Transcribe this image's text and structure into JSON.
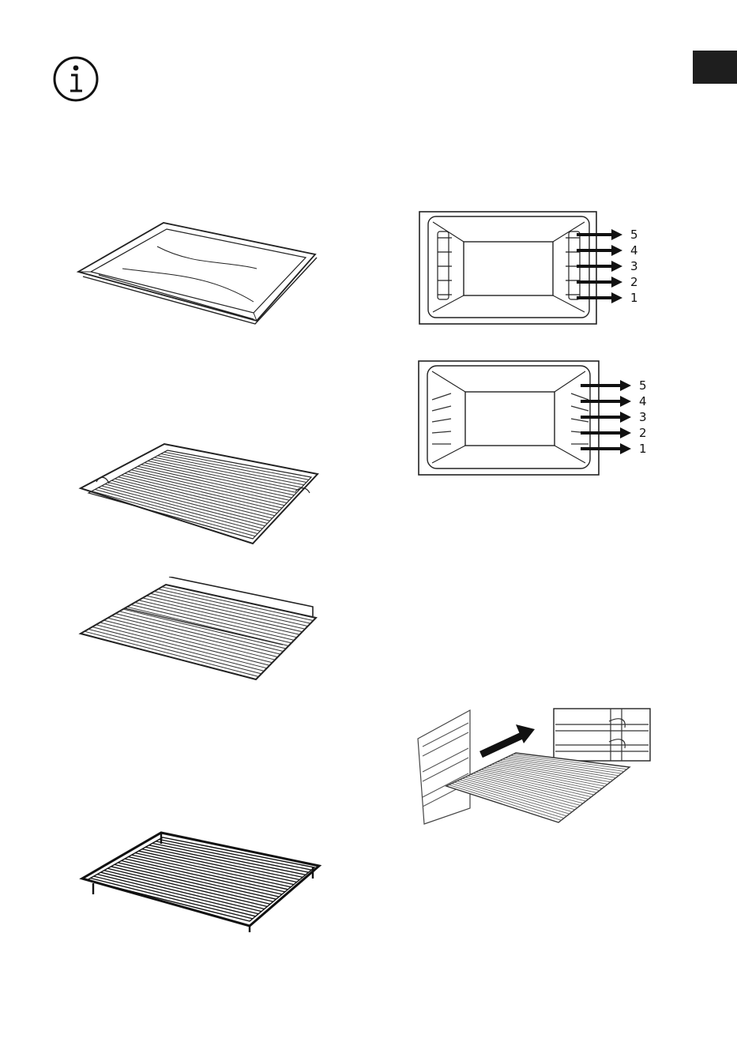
{
  "page": {
    "language_tab": {
      "color": "#1e1e1e"
    },
    "info_icon": {
      "name": "info-icon"
    }
  },
  "shelf_diagram_1": {
    "levels": [
      "5",
      "4",
      "3",
      "2",
      "1"
    ],
    "style": "wire-racks"
  },
  "shelf_diagram_2": {
    "levels": [
      "5",
      "4",
      "3",
      "2",
      "1"
    ],
    "style": "embossed-rails"
  },
  "accessories": [
    {
      "name": "baking-tray"
    },
    {
      "name": "wire-shelf"
    },
    {
      "name": "flat-wire-shelf"
    },
    {
      "name": "grill-rack-with-feet"
    },
    {
      "name": "shelf-insertion"
    }
  ]
}
